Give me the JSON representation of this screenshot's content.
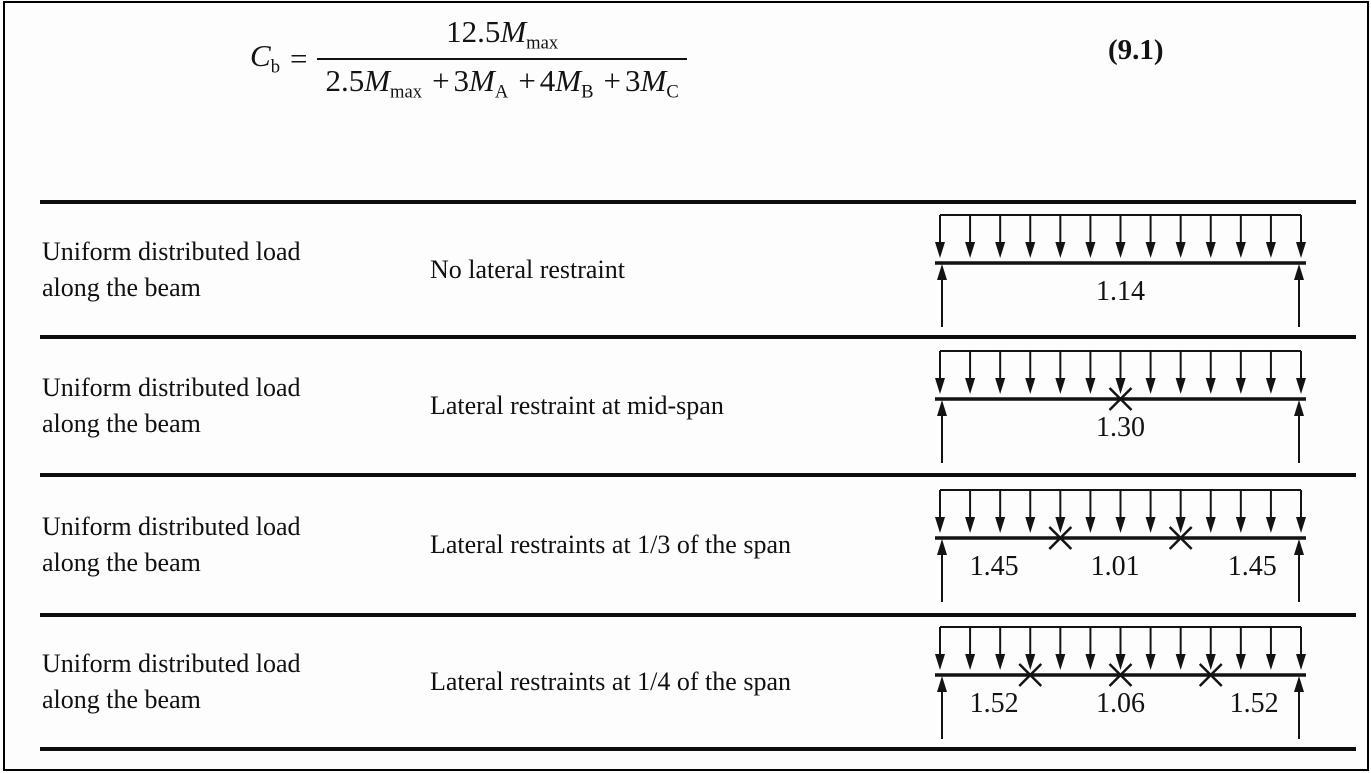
{
  "equation": {
    "lhs": {
      "coef": "",
      "var": "C",
      "sub": "b"
    },
    "equals": "=",
    "numerator": [
      {
        "op": "",
        "coef": "12.5",
        "var": "M",
        "sub": "max"
      }
    ],
    "denominator": [
      {
        "op": "",
        "coef": "2.5",
        "var": "M",
        "sub": "max"
      },
      {
        "op": "+",
        "coef": "3",
        "var": "M",
        "sub": "A"
      },
      {
        "op": "+",
        "coef": "4",
        "var": "M",
        "sub": "B"
      },
      {
        "op": "+",
        "coef": "3",
        "var": "M",
        "sub": "C"
      }
    ],
    "number": "(9.1)"
  },
  "table": {
    "rows": [
      {
        "load": "Uniform distributed load along the beam",
        "restraint": "No lateral restraint",
        "num_load_arrows": 13,
        "restraint_positions": [],
        "cb_values": [
          {
            "label": "1.14",
            "pos": 0.5
          }
        ]
      },
      {
        "load": "Uniform distributed load along the beam",
        "restraint": "Lateral restraint at mid-span",
        "num_load_arrows": 13,
        "restraint_positions": [
          0.5
        ],
        "cb_values": [
          {
            "label": "1.30",
            "pos": 0.5
          }
        ]
      },
      {
        "load": "Uniform distributed load along the beam",
        "restraint": "Lateral restraints at 1/3 of the span",
        "num_load_arrows": 13,
        "restraint_positions": [
          0.3333,
          0.6667
        ],
        "cb_values": [
          {
            "label": "1.45",
            "pos": 0.15
          },
          {
            "label": "1.01",
            "pos": 0.485
          },
          {
            "label": "1.45",
            "pos": 0.865
          }
        ]
      },
      {
        "load": "Uniform distributed load along the beam",
        "restraint": "Lateral restraints at 1/4 of the span",
        "num_load_arrows": 13,
        "restraint_positions": [
          0.25,
          0.5,
          0.75
        ],
        "cb_values": [
          {
            "label": "1.52",
            "pos": 0.15
          },
          {
            "label": "1.06",
            "pos": 0.5
          },
          {
            "label": "1.52",
            "pos": 0.87
          }
        ]
      }
    ]
  },
  "colors": {
    "ink": "#131313",
    "rule": "#0d0d0d",
    "background": "#fdfdfd"
  }
}
